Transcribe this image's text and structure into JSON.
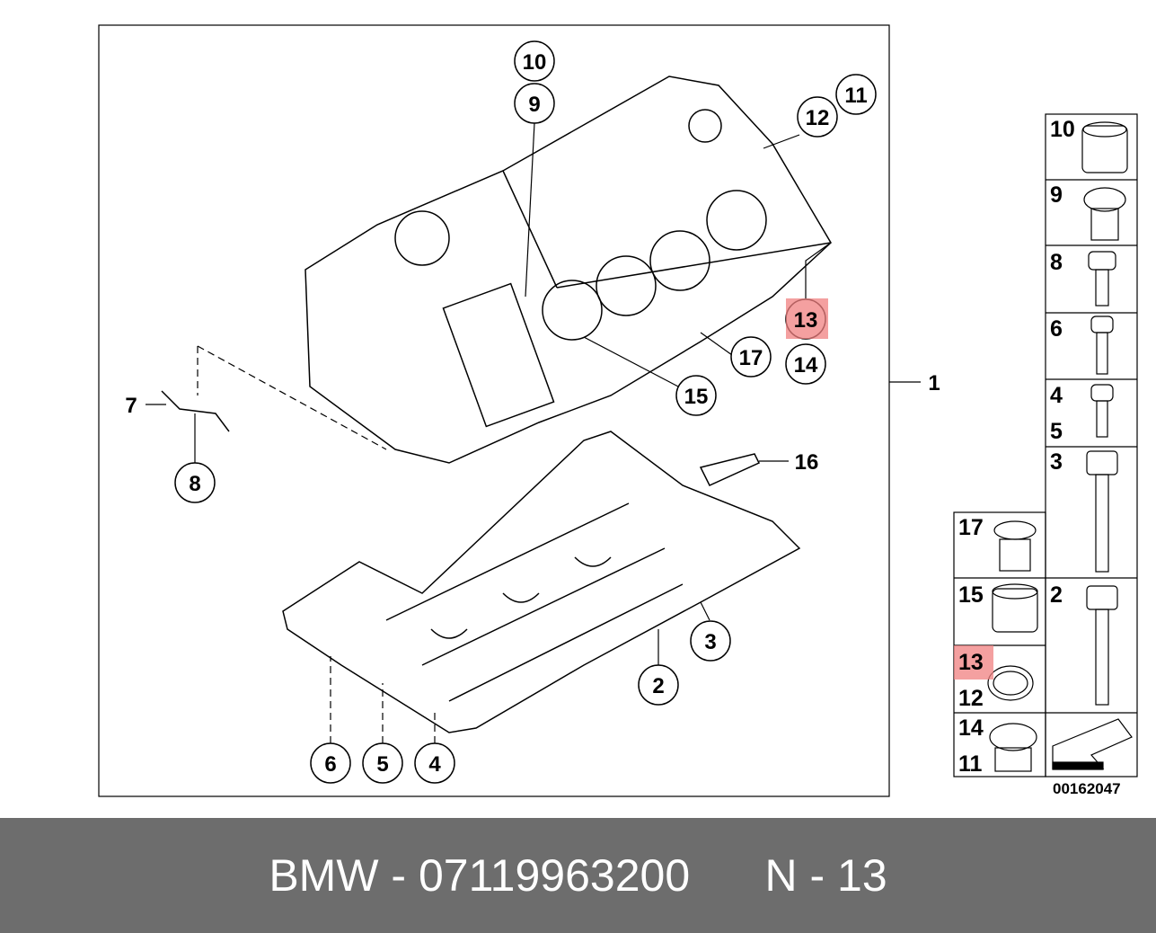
{
  "diagram": {
    "callouts": [
      "10",
      "9",
      "11",
      "12",
      "13",
      "14",
      "17",
      "15",
      "7",
      "8",
      "16",
      "3",
      "2",
      "6",
      "5",
      "4",
      "1"
    ],
    "highlighted": "13",
    "highlight_color": "#f08080",
    "legend": [
      {
        "labels": [
          "10"
        ]
      },
      {
        "labels": [
          "9"
        ]
      },
      {
        "labels": [
          "8"
        ]
      },
      {
        "labels": [
          "6"
        ]
      },
      {
        "labels": [
          "4",
          "5"
        ]
      },
      {
        "labels": [
          "3"
        ]
      },
      {
        "labels": [
          "2"
        ]
      },
      {
        "labels": [
          "17"
        ]
      },
      {
        "labels": [
          "15"
        ]
      },
      {
        "labels": [
          "13",
          "12"
        ]
      },
      {
        "labels": [
          "14",
          "11"
        ]
      }
    ],
    "drawing_code": "00162047"
  },
  "footer": {
    "brand": "BMW",
    "separator": " - ",
    "part_number": "07119963200",
    "position": "N - 13"
  }
}
